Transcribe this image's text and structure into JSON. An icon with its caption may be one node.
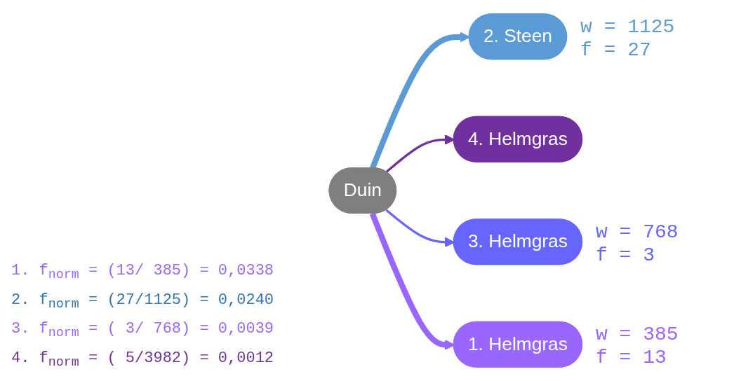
{
  "diagram": {
    "nodes": [
      {
        "text": [
          "Duin"
        ]
      },
      {
        "text": [
          "2. Steen"
        ],
        "beside": [
          "w = 1125",
          "f = 27"
        ]
      },
      {
        "text": [
          "4. Helmgras"
        ]
      },
      {
        "text": [
          "1. Helmgras"
        ],
        "beside": [
          "w = 385",
          "f = 13"
        ]
      },
      {
        "text": [
          "3. Helmgras"
        ],
        "beside": [
          "w = 768",
          "f = 3"
        ]
      }
    ],
    "edges": [
      {
        "from": 0,
        "to": 1,
        "arrow": "to",
        "style": "thick",
        "color": "#5b9bd5"
      },
      {
        "from": 0,
        "to": 2,
        "arrow": "to",
        "color": "#7030a0"
      },
      {
        "from": 0,
        "to": 4,
        "arrow": "to",
        "color": "#6666ff"
      },
      {
        "from": 0,
        "to": 3,
        "arrow": "to",
        "style": "thick",
        "color": "#9966ff"
      }
    ],
    "labels": [
      "1. f$_{norm}$ = (13/ 385) = 0,0338",
      "2. f$_{norm}$ = (27/1125) = 0,0240",
      "3. f$_{norm}$ = ( 3/ 768) = 0,0039",
      "4. f$_{norm}$ = ( 5/3982) = 0,0012"
    ]
  }
}
